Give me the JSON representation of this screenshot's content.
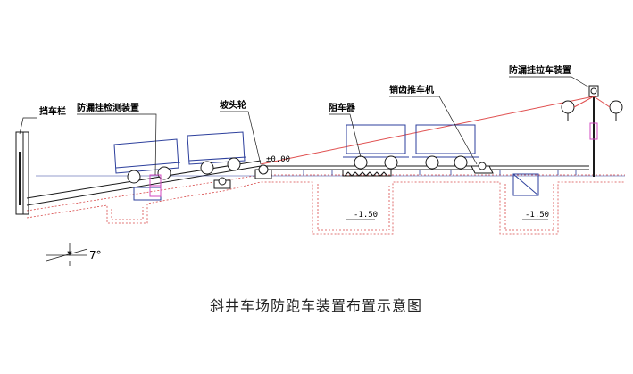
{
  "labels": {
    "stop_bar": "挡车栏",
    "leak_detector": "防漏挂检测装置",
    "slope_wheel": "坡头轮",
    "blocker": "阻车器",
    "pin_pusher": "销齿推车机",
    "anti_leak_device": "防漏挂拉车装置"
  },
  "dimensions": {
    "zero_level": "±0.00",
    "pit_left_depth": "-1.50",
    "pit_right_depth": "-1.50",
    "slope_angle": "7°"
  },
  "caption": "斜井车场防跑车装置布置示意图",
  "colors": {
    "ink": "#1a1a1a",
    "accent_blue": "#2c3f9c",
    "dashed_red": "#d84a4a",
    "pink": "#d24ac0",
    "rope": "#e05050"
  }
}
